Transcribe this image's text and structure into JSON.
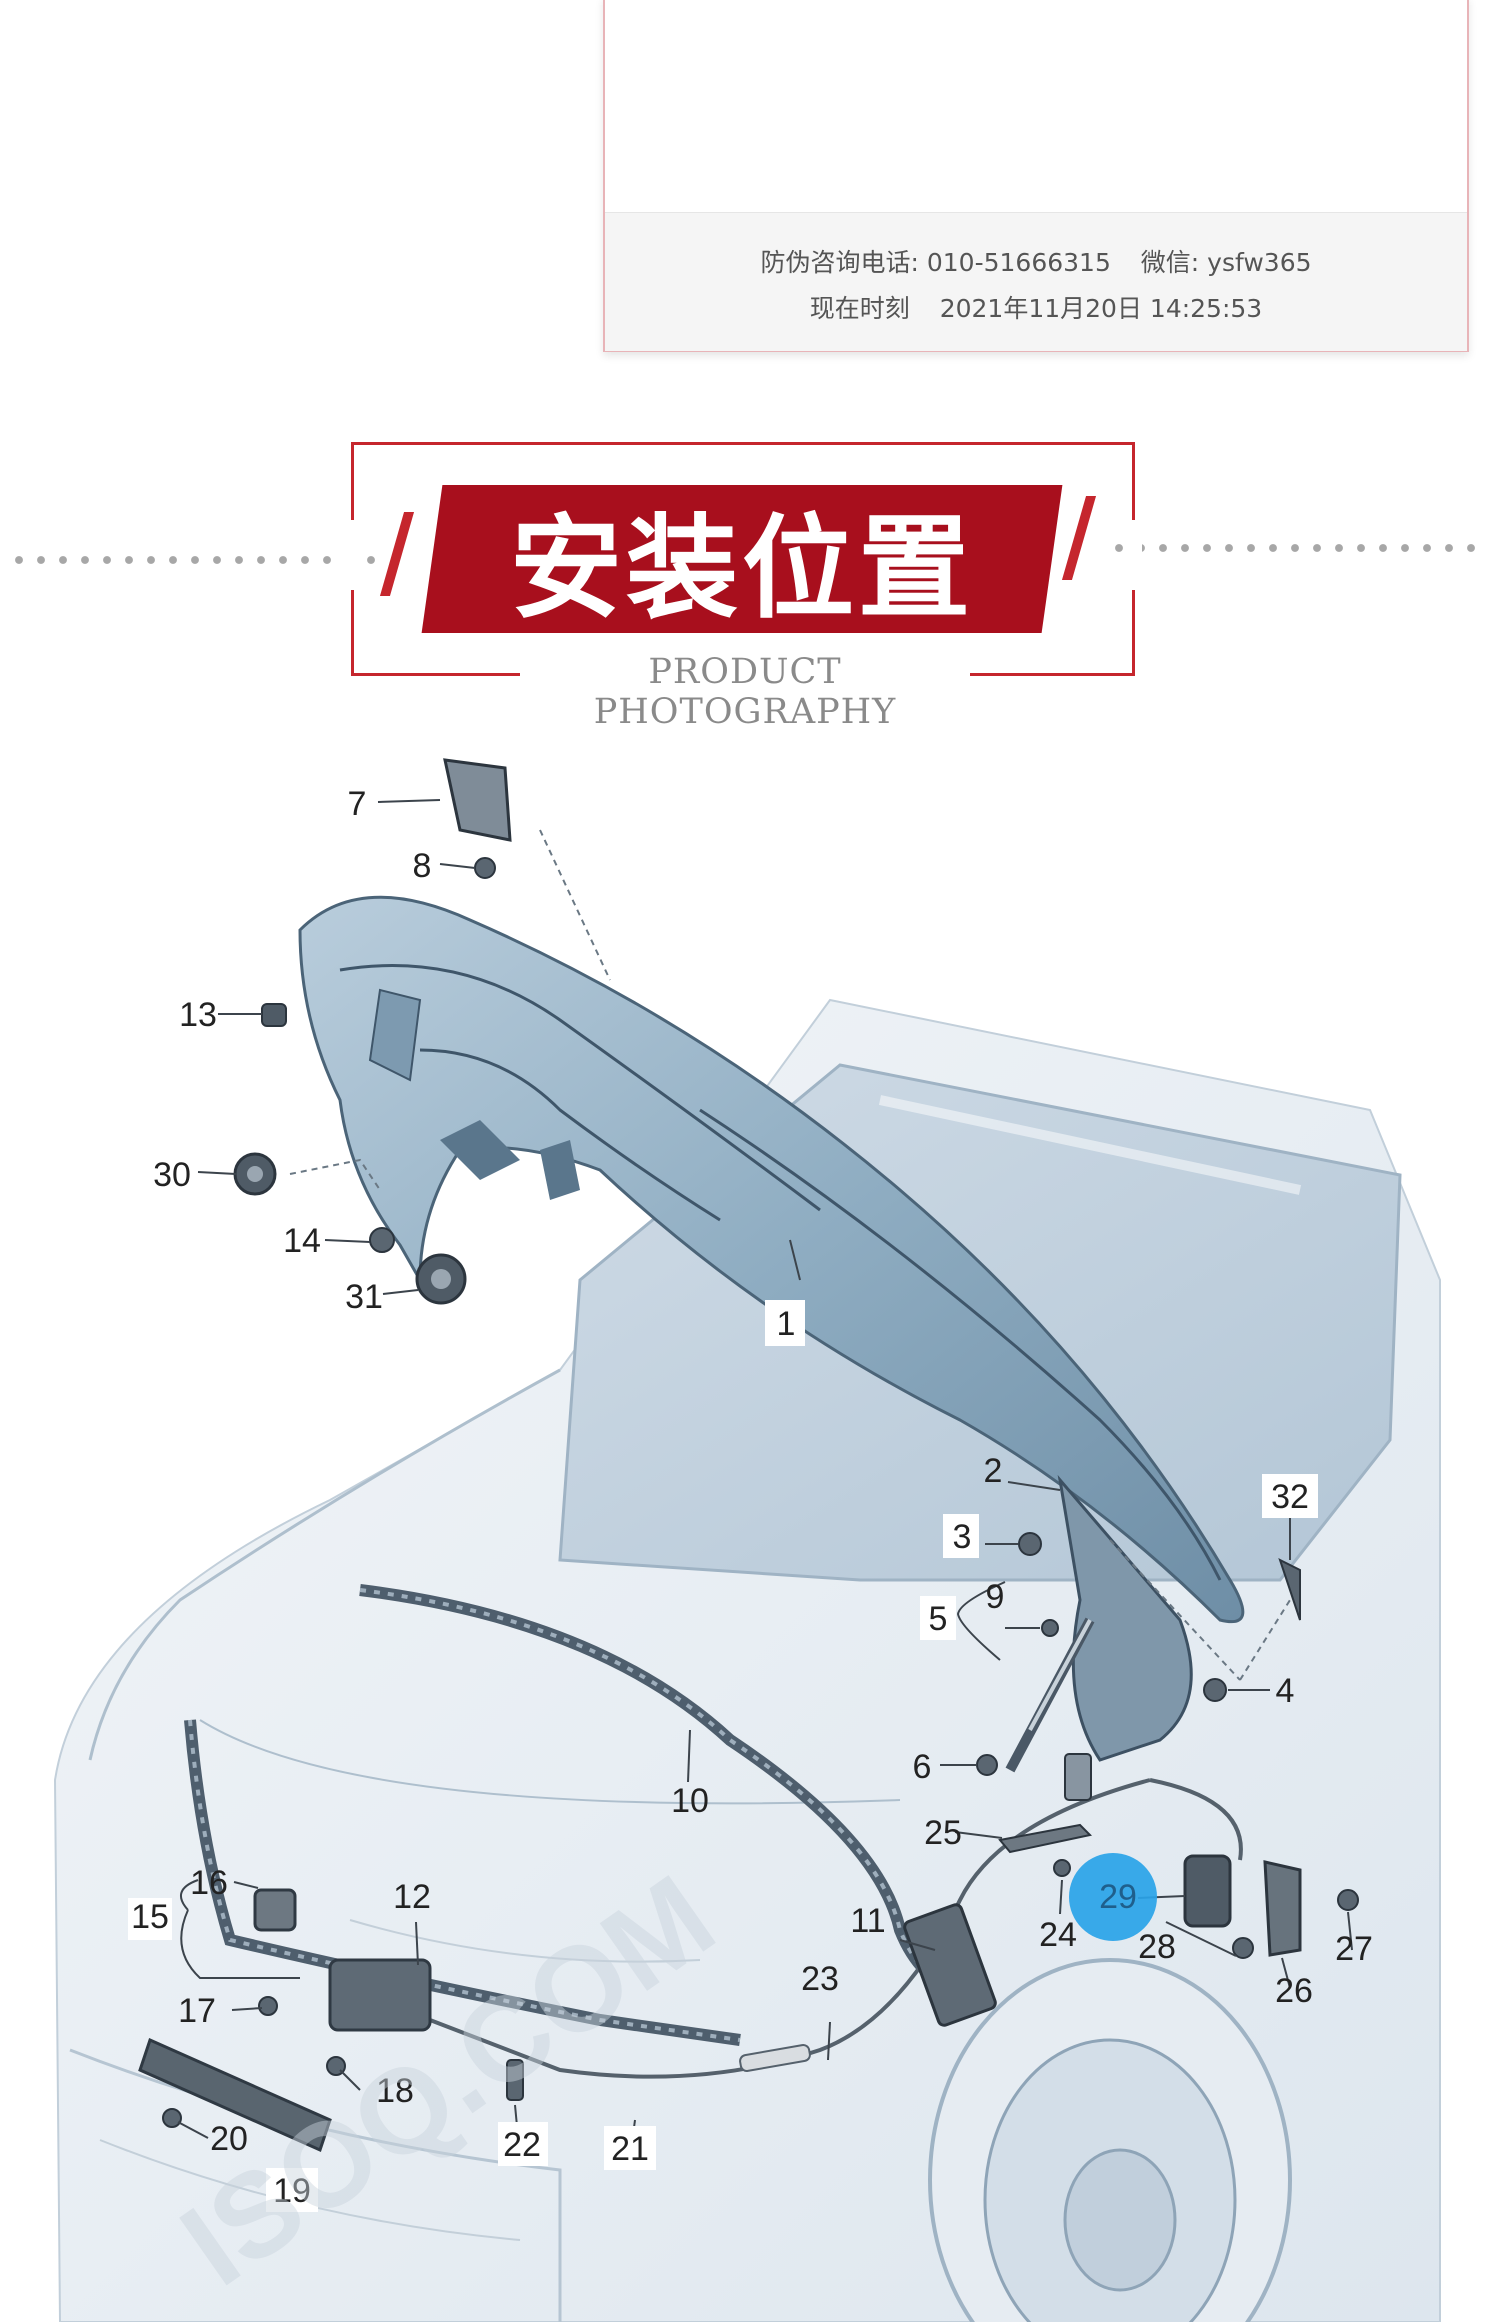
{
  "verify_card": {
    "hotline_label": "防伪咨询电话:",
    "hotline_number": "010-51666315",
    "wechat_label": "微信:",
    "wechat_id": "ysfw365",
    "time_label": "现在时刻",
    "time_value": "2021年11月20日 14:25:53"
  },
  "section_header": {
    "title": "安装位置",
    "subtitle": "PRODUCT  PHOTOGRAPHY",
    "accent_color": "#a80f1d",
    "frame_color": "#c5262d"
  },
  "diagram": {
    "highlight_color": "#29a3e8",
    "highlighted_part": "29",
    "watermark": "ISOQ.COM",
    "labels": {
      "p1": "1",
      "p2": "2",
      "p3": "3",
      "p4": "4",
      "p5": "5",
      "p6": "6",
      "p7": "7",
      "p8": "8",
      "p9": "9",
      "p10": "10",
      "p11": "11",
      "p12": "12",
      "p13": "13",
      "p14": "14",
      "p15": "15",
      "p16": "16",
      "p17": "17",
      "p18": "18",
      "p19": "19",
      "p20": "20",
      "p21": "21",
      "p22": "22",
      "p23": "23",
      "p24": "24",
      "p25": "25",
      "p26": "26",
      "p27": "27",
      "p28": "28",
      "p29": "29",
      "p30": "30",
      "p31": "31",
      "p32": "32"
    }
  }
}
